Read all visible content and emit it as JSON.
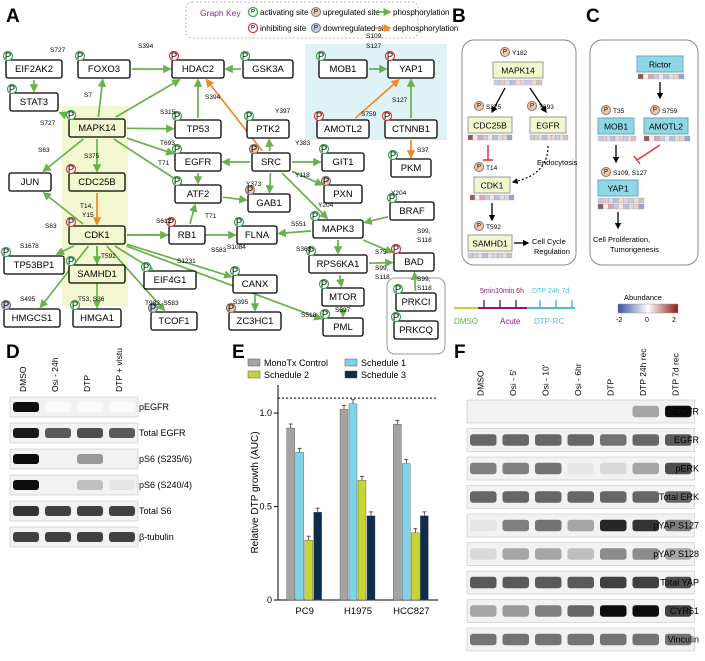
{
  "panels": {
    "a": "A",
    "b": "B",
    "c": "C",
    "d": "D",
    "e": "E",
    "f": "F"
  },
  "key": {
    "title": "Graph Key",
    "activating": "activating site",
    "upregulated": "upregulated site",
    "phosphorylation": "phosphorylation",
    "inhibiting": "inhibiting site",
    "downregulated": "downregulated site",
    "dephosphorylation": "dephosphorylation",
    "letter_p": "P"
  },
  "network": {
    "nodes": {
      "EIF2AK2": "EIF2AK2",
      "STAT3": "STAT3",
      "FOXO3": "FOXO3",
      "HDAC2": "HDAC2",
      "GSK3A": "GSK3A",
      "MOB1": "MOB1",
      "YAP1": "YAP1",
      "MAPK14": "MAPK14",
      "TP53": "TP53",
      "PTK2": "PTK2",
      "AMOTL2": "AMOTL2",
      "CTNNB1": "CTNNB1",
      "EGFR": "EGFR",
      "SRC": "SRC",
      "GIT1": "GIT1",
      "PKM": "PKM",
      "JUN": "JUN",
      "CDC25B": "CDC25B",
      "ATF2": "ATF2",
      "PXN": "PXN",
      "GAB1": "GAB1",
      "BRAF": "BRAF",
      "CDK1": "CDK1",
      "RB1": "RB1",
      "FLNA": "FLNA",
      "MAPK3": "MAPK3",
      "BAD": "BAD",
      "RPS6KA1": "RPS6KA1",
      "TP53BP1": "TP53BP1",
      "SAMHD1": "SAMHD1",
      "EIF4G1": "EIF4G1",
      "CANX": "CANX",
      "MTOR": "MTOR",
      "PRKCI": "PRKCI",
      "HMGCS1": "HMGCS1",
      "HMGA1": "HMGA1",
      "TCOF1": "TCOF1",
      "ZC3HC1": "ZC3HC1",
      "PML": "PML",
      "PRKCQ": "PRKCQ"
    },
    "sites": {
      "s727a": "S727",
      "s394a": "S394",
      "s109": "S109,",
      "s127a": "S127",
      "s7": "S7",
      "s394b": "S394",
      "s759a": "S759",
      "s127b": "S127",
      "s727b": "S727",
      "s315": "S315",
      "y397": "Y397",
      "y383": "Y383",
      "s37": "S37",
      "t693a": "T693",
      "y118": "Y118",
      "s63a": "S63",
      "s375a": "S375",
      "t71a": "T71",
      "y373": "Y373",
      "y204a": "Y204",
      "y204b": "Y204",
      "t71b": "T71",
      "s551": "S551",
      "s99a": "S99,",
      "s118a": "S118",
      "t14a": "T14,",
      "y15": "Y15",
      "s612": "S612",
      "s1084": "S1084",
      "s75": "S75",
      "s363": "S363",
      "s99b": "S99,",
      "s118b": "S118",
      "s63b": "S63",
      "s1231": "S1231",
      "s583a": "S583",
      "s99c": "S99,",
      "s118c": "S118",
      "s1678": "S1678",
      "t592a": "T592",
      "s495": "S495",
      "t53": "T53, S36",
      "t983": "T983, S583",
      "s395": "S395",
      "s527": "S527",
      "s518": "S518"
    }
  },
  "panel_b": {
    "MAPK14": "MAPK14",
    "CDC25B": "CDC25B",
    "EGFR": "EGFR",
    "CDK1": "CDK1",
    "SAMHD1": "SAMHD1",
    "y182": "Y182",
    "s375": "S375",
    "t693": "T693",
    "t14": "T14",
    "t592": "T592",
    "endocytosis": "Endocytosis",
    "cell_cycle_1": "Cell Cycle",
    "cell_cycle_2": "Regulation"
  },
  "panel_c": {
    "Rictor": "Rictor",
    "MOB1": "MOB1",
    "AMOTL2": "AMOTL2",
    "YAP1": "YAP1",
    "t35": "T35",
    "s759": "S759",
    "s109": "S109, S127",
    "outcome_1": "Cell Proliferation,",
    "outcome_2": "Tumorigenesis"
  },
  "timeline": {
    "dmso": "DMSO",
    "times": "5min10min 6h",
    "acute": "Acute",
    "dtp_times": "DTP 24h  7d",
    "dtprc": "DTP-RC",
    "abundance": "Abundance",
    "tick_min": "-2",
    "tick_mid": "0",
    "tick_max": "2"
  },
  "panel_d": {
    "lanes": [
      "DMSO",
      "Osi - 24h",
      "DTP",
      "DTP + vistu"
    ],
    "rows": [
      "pEGFR",
      "Total EGFR",
      "pS6 (S235/6)",
      "pS6 (S240/4)",
      "Total S6",
      "β-tubulin"
    ],
    "intensity": [
      [
        0.95,
        0.02,
        0.02,
        0.02
      ],
      [
        0.9,
        0.65,
        0.7,
        0.65
      ],
      [
        0.95,
        0.05,
        0.4,
        0.05
      ],
      [
        0.95,
        0.05,
        0.25,
        0.1
      ],
      [
        0.8,
        0.75,
        0.75,
        0.75
      ],
      [
        0.75,
        0.75,
        0.75,
        0.75
      ]
    ]
  },
  "panel_f": {
    "lanes": [
      "DMSO",
      "Osi - 5'",
      "Osi - 10'",
      "Osi - 6hr",
      "DTP",
      "DTP 24h rec",
      "DTP 7d rec"
    ],
    "rows": [
      "pEGFR",
      "EGFR",
      "pERK",
      "Total ERK",
      "pYAP S127",
      "pYAP S128",
      "Total YAP",
      "CYR61",
      "Vinculin"
    ],
    "intensity": [
      [
        0.05,
        0.05,
        0.05,
        0.05,
        0.05,
        0.35,
        0.95
      ],
      [
        0.6,
        0.6,
        0.6,
        0.6,
        0.55,
        0.6,
        0.65
      ],
      [
        0.5,
        0.5,
        0.55,
        0.1,
        0.15,
        0.35,
        0.7
      ],
      [
        0.6,
        0.6,
        0.6,
        0.6,
        0.6,
        0.6,
        0.6
      ],
      [
        0.1,
        0.5,
        0.55,
        0.35,
        0.85,
        0.8,
        0.5
      ],
      [
        0.15,
        0.35,
        0.35,
        0.25,
        0.45,
        0.45,
        0.35
      ],
      [
        0.65,
        0.65,
        0.65,
        0.65,
        0.75,
        0.75,
        0.7
      ],
      [
        0.35,
        0.4,
        0.5,
        0.6,
        0.95,
        0.95,
        0.75
      ],
      [
        0.55,
        0.55,
        0.55,
        0.55,
        0.55,
        0.55,
        0.55
      ]
    ]
  },
  "chart_data": {
    "type": "bar",
    "ylabel": "Relative DTP growth (AUC)",
    "categories": [
      "PC9",
      "H1975",
      "HCC827"
    ],
    "ylim": [
      0,
      1.15
    ],
    "yticks": [
      "0",
      "0.5",
      "1.0"
    ],
    "reference_line": 1.08,
    "legend_placement": "top",
    "series": [
      {
        "name": "MonoTx Control",
        "color": "#a3a3a3",
        "values": [
          0.92,
          1.02,
          0.94
        ]
      },
      {
        "name": "Schedule 1",
        "color": "#7fd3e6",
        "values": [
          0.79,
          1.05,
          0.73
        ]
      },
      {
        "name": "Schedule 2",
        "color": "#c6d531",
        "values": [
          0.32,
          0.64,
          0.36
        ]
      },
      {
        "name": "Schedule 3",
        "color": "#0d2d4b",
        "values": [
          0.47,
          0.45,
          0.45
        ]
      }
    ]
  }
}
